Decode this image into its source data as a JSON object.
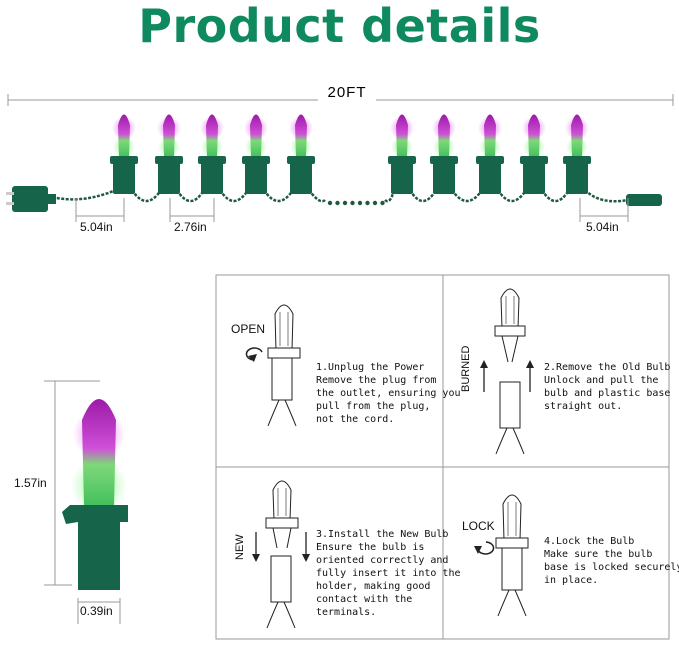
{
  "title": "Product details",
  "colors": {
    "title": "#0f8a5f",
    "wire": "#1f5a3e",
    "socket": "#16644a",
    "bulb_top": "#9b1aa8",
    "bulb_bottom": "#3fbf5a",
    "grid": "#9a9a9a"
  },
  "dimensions": {
    "total_length": "20FT",
    "lead_left": "5.04in",
    "bulb_spacing": "2.76in",
    "lead_right": "5.04in",
    "bulb_height": "1.57in",
    "base_width": "0.39in"
  },
  "steps": [
    {
      "tag": "OPEN",
      "tag_orientation": "horizontal",
      "heading": "1.Unplug the Power",
      "lines": [
        "Remove the plug from",
        "the outlet, ensuring you",
        "pull from the plug,",
        "not the cord."
      ]
    },
    {
      "tag": "BURNED",
      "tag_orientation": "vertical",
      "heading": "2.Remove the Old Bulb",
      "lines": [
        "Unlock and pull the",
        "bulb and plastic base",
        "straight out."
      ]
    },
    {
      "tag": "NEW",
      "tag_orientation": "vertical",
      "heading": "3.Install the New Bulb",
      "lines": [
        "Ensure the bulb is",
        "oriented correctly and",
        "fully insert it into the",
        "holder, making good",
        "contact with the",
        "terminals."
      ]
    },
    {
      "tag": "LOCK",
      "tag_orientation": "horizontal",
      "heading": "4.Lock the Bulb",
      "lines": [
        "Make sure the bulb",
        "base is locked securely",
        "in place."
      ]
    }
  ]
}
